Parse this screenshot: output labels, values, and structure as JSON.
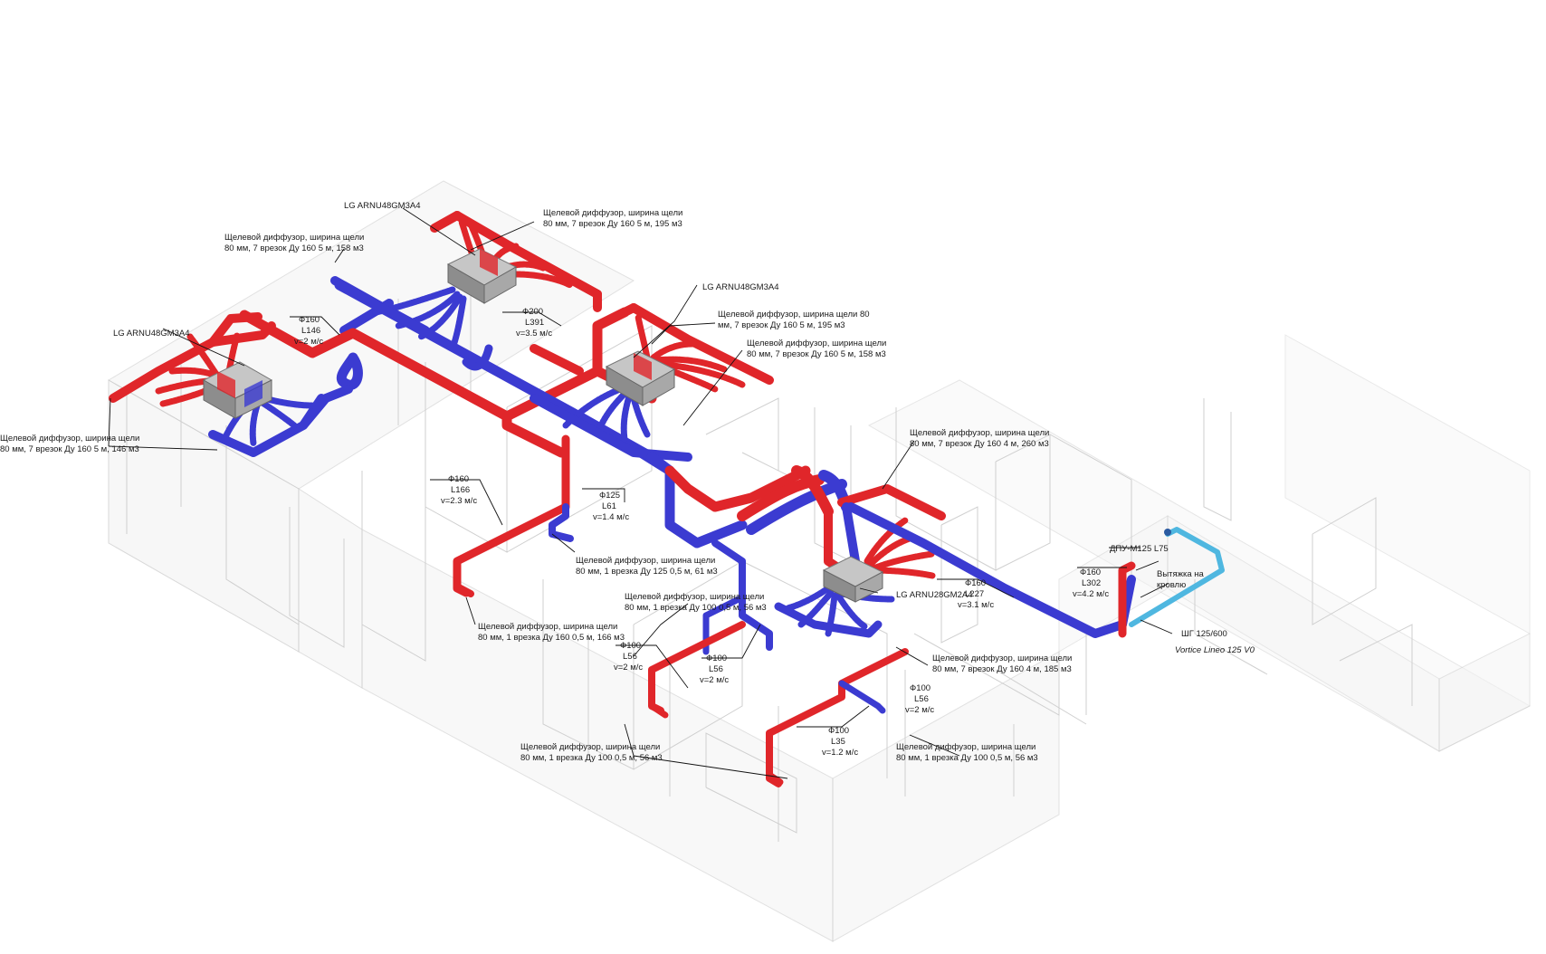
{
  "colors": {
    "supply": "#e0262a",
    "return": "#3b3bd1",
    "exhaust": "#4fb7e0",
    "unit": "#9a9a9a",
    "walls": "#c9c9c9"
  },
  "units": {
    "top_center": "LG ARNU48GM3A4",
    "right": "LG ARNU48GM3A4",
    "left": "LG ARNU48GM3A4",
    "bottom": "LG ARNU28GM2A4"
  },
  "diffusers": {
    "top_right": [
      "Щелевой диффузор, ширина щели",
      "80 мм, 7 врезок Ду 160  5 м, 195 м3"
    ],
    "top_left": [
      "Щелевой диффузор, ширина щели",
      "80 мм, 7 врезок Ду 160  5 м, 158 м3"
    ],
    "mid_right_1": [
      "Щелевой диффузор, ширина щели 80",
      "мм, 7 врезок Ду 160  5 м, 195 м3"
    ],
    "mid_right_2": [
      "Щелевой диффузор, ширина щели",
      "80 мм, 7 врезок Ду 160  5 м, 158 м3"
    ],
    "left": [
      "Щелевой диффузор, ширина щели",
      "80 мм, 7 врезок Ду 160  5 м, 146 м3"
    ],
    "bottom_unit_top": [
      "Щелевой диффузор, ширина щели",
      "80 мм, 7 врезок Ду 160  4 м, 260 м3"
    ],
    "center_1": [
      "Щелевой диффузор, ширина щели",
      "80 мм, 1 врезка Ду 125  0,5 м, 61 м3"
    ],
    "center_2": [
      "Щелевой диффузор, ширина щели",
      "80 мм, 1 врезка Ду 100  0,5 м, 56 м3"
    ],
    "lower_left": [
      "Щелевой диффузор, ширина щели",
      "80 мм, 1 врезка Ду 160  0,5 м, 166 м3"
    ],
    "bottom_unit_bottom": [
      "Щелевой диффузор, ширина щели",
      "80 мм, 7 врезок Ду 160  4 м, 185 м3"
    ],
    "bottom_left": [
      "Щелевой диффузор, ширина щели",
      "80 мм, 1 врезка Ду 100  0,5 м, 56 м3"
    ],
    "bottom_right": [
      "Щелевой диффузор, ширина щели",
      "80 мм, 1 врезка Ду 100  0,5 м, 56 м3"
    ]
  },
  "ducts": {
    "d160_top": [
      "Ф160",
      "L146",
      "v=2 м/с"
    ],
    "d200": [
      "Ф200",
      "L391",
      "v=3.5 м/с"
    ],
    "d160_mid": [
      "Ф160",
      "L166",
      "v=2.3 м/с"
    ],
    "d125": [
      "Ф125",
      "L61",
      "v=1.4 м/с"
    ],
    "d160_unit": [
      "Ф160",
      "L227",
      "v=3.1 м/с"
    ],
    "d160_right": [
      "Ф160",
      "L302",
      "v=4.2 м/с"
    ],
    "d100_a": [
      "Ф100",
      "L56",
      "v=2 м/с"
    ],
    "d100_b": [
      "Ф100",
      "L56",
      "v=2 м/с"
    ],
    "d100_c": [
      "Ф100",
      "L56",
      "v=2 м/с"
    ],
    "d100_d": [
      "Ф100",
      "L35",
      "v=1.2 м/с"
    ]
  },
  "exhaust": {
    "dpu": "ДПУ-М125  L75",
    "roof": [
      "Вытяжка на",
      "кровлю"
    ],
    "shg": "ШГ 125/600",
    "fan": "Vortice Lineo 125 V0"
  }
}
